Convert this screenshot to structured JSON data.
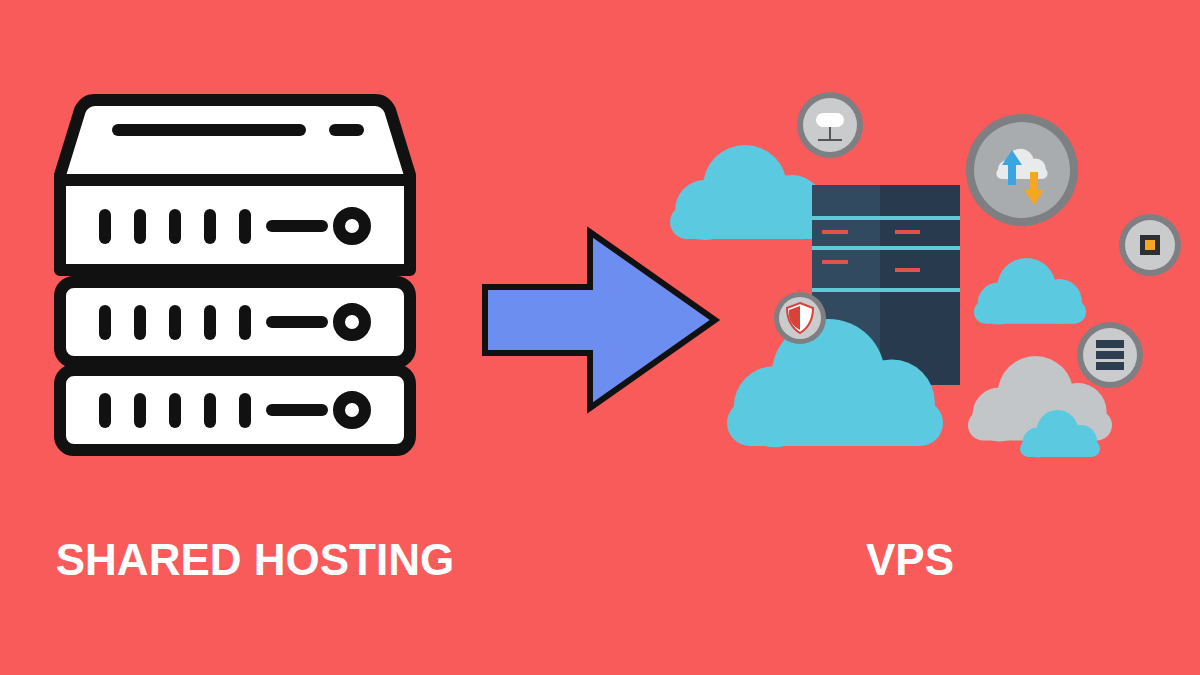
{
  "diagram": {
    "nodes": [
      {
        "text": [
          "SHARED HOSTING"
        ]
      },
      {
        "text": [
          "VPS"
        ]
      }
    ],
    "edges": [
      {
        "from": 0,
        "to": 1,
        "arrow": "to"
      }
    ]
  }
}
